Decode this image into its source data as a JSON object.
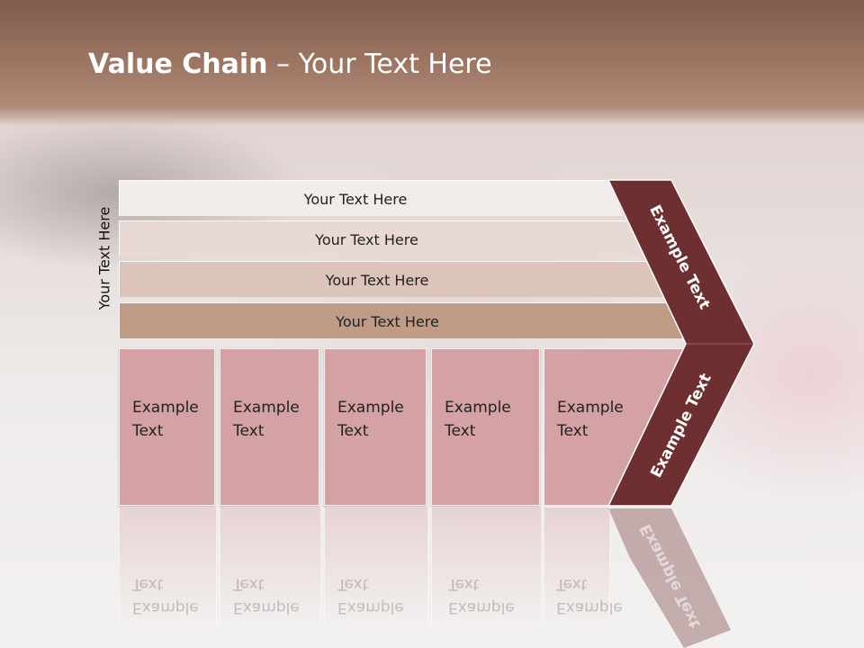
{
  "title": {
    "bold": "Value Chain",
    "separator": " – ",
    "rest": "Your Text Here"
  },
  "side_label": "Your Text Here",
  "bands": [
    {
      "label": "Your Text Here",
      "color": "#f2eceb"
    },
    {
      "label": "Your Text Here",
      "color": "#e8d9d5"
    },
    {
      "label": "Your Text Here",
      "color": "#dcc4ba"
    },
    {
      "label": "Your Text Here",
      "color": "#c09c87"
    }
  ],
  "blocks": [
    {
      "label": "Example Text"
    },
    {
      "label": "Example Text"
    },
    {
      "label": "Example Text"
    },
    {
      "label": "Example Text"
    },
    {
      "label": "Example Text"
    }
  ],
  "chevron": {
    "upper_label": "Example Text",
    "lower_label": "Example Text",
    "color": "#6e2f30"
  },
  "colors": {
    "block": "#d4a2a4",
    "title_band": "#9a7260"
  }
}
